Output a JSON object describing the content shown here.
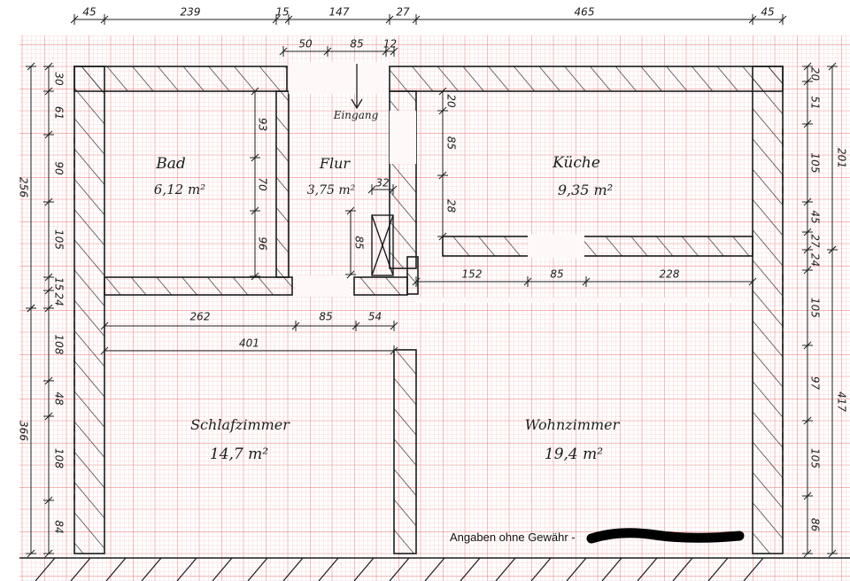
{
  "rooms": {
    "bad": {
      "name": "Bad",
      "area": "6,12 m²"
    },
    "flur": {
      "name": "Flur",
      "area": "3,75 m²"
    },
    "kueche": {
      "name": "Küche",
      "area": "9,35 m²"
    },
    "schlaf": {
      "name": "Schlafzimmer",
      "area": "14,7 m²"
    },
    "wohn": {
      "name": "Wohnzimmer",
      "area": "19,4 m²"
    }
  },
  "entrance_label": "Eingang",
  "disclaimer": "Angaben ohne Gewähr -",
  "dims": {
    "top": [
      "45",
      "239",
      "15",
      "147",
      "27",
      "465",
      "45"
    ],
    "top2": [
      "50",
      "85",
      "12"
    ],
    "inner_kitchen": [
      "152",
      "85",
      "228"
    ],
    "inner_mid": [
      "262",
      "85",
      "54"
    ],
    "inner_401": "401",
    "bath_right": [
      "93",
      "70",
      "96"
    ],
    "hall": [
      "32",
      "85"
    ],
    "kitchen_left": [
      "20",
      "85",
      "28"
    ],
    "left": [
      "30",
      "61",
      "90",
      "105",
      "15",
      "24",
      "108",
      "48",
      "108",
      "84"
    ],
    "left_totals": [
      "256",
      "366"
    ],
    "right": [
      "20",
      "51",
      "105",
      "45",
      "27",
      "24",
      "105",
      "97",
      "105",
      "86"
    ],
    "right_totals": [
      "201",
      "417"
    ]
  }
}
